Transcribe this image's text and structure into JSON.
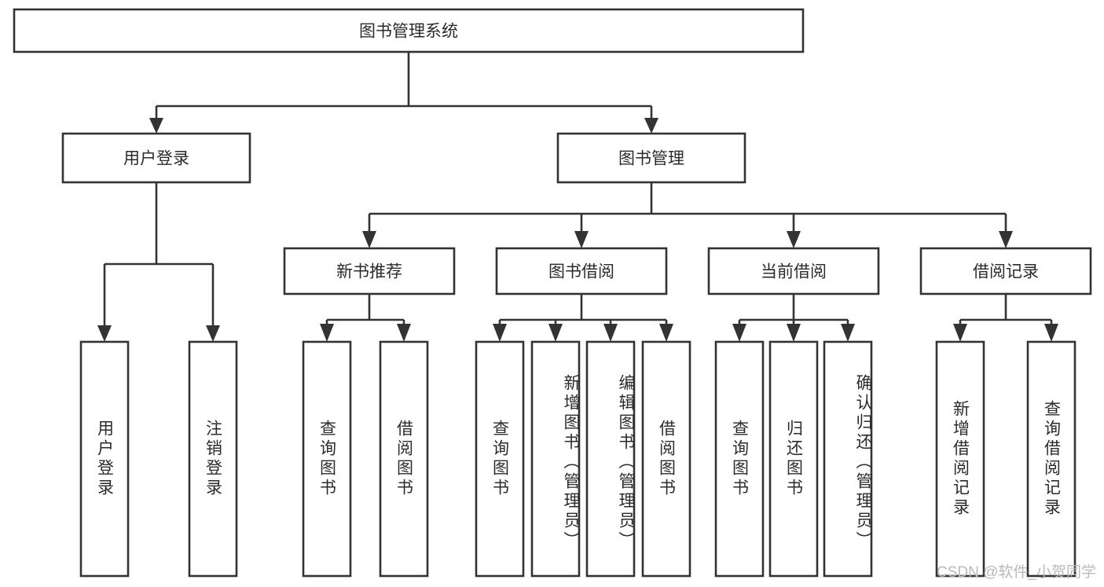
{
  "diagram": {
    "title": "图书管理系统",
    "type": "hierarchy-tree",
    "orientation": "top-down",
    "levels": 4,
    "colors": {
      "box_fill": "#ffffff",
      "box_stroke": "#333333",
      "text": "#2b2b2b",
      "connector": "#333333",
      "watermark": "#b9b9b9",
      "background": "#ffffff"
    },
    "root": {
      "label": "图书管理系统"
    },
    "level2": [
      {
        "label": "用户登录"
      },
      {
        "label": "图书管理"
      }
    ],
    "level3": [
      {
        "label": "新书推荐"
      },
      {
        "label": "图书借阅"
      },
      {
        "label": "当前借阅"
      },
      {
        "label": "借阅记录"
      }
    ],
    "leaves": {
      "user_login": [
        {
          "label": "用户登录"
        },
        {
          "label": "注销登录"
        }
      ],
      "new_book_recommend": [
        {
          "label": "查询图书"
        },
        {
          "label": "借阅图书"
        }
      ],
      "book_borrow": [
        {
          "label": "查询图书"
        },
        {
          "label": "新增图书（管理员）"
        },
        {
          "label": "编辑图书（管理员）"
        },
        {
          "label": "借阅图书"
        }
      ],
      "current_borrow": [
        {
          "label": "查询图书"
        },
        {
          "label": "归还图书"
        },
        {
          "label": "确认归还（管理员）"
        }
      ],
      "borrow_record": [
        {
          "label": "新增借阅记录"
        },
        {
          "label": "查询借阅记录"
        }
      ]
    },
    "watermark": "CSDN @软件_小贺同学"
  }
}
